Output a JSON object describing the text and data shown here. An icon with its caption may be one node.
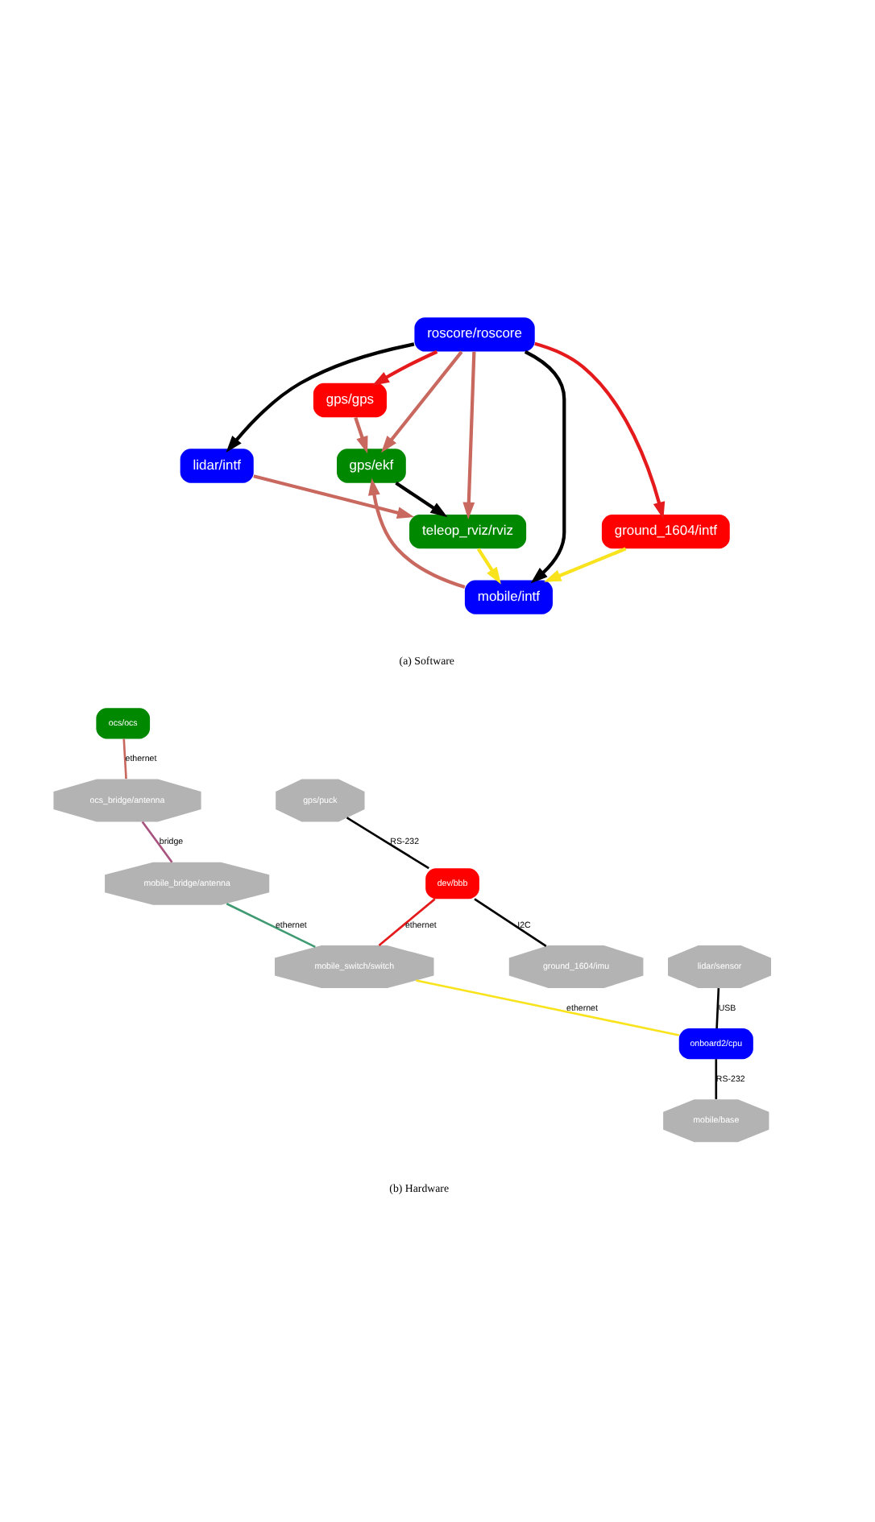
{
  "diagram": {
    "nodes": [
      {
        "text": [
          "gps/gps"
        ]
      },
      {
        "text": [
          "lidar/intf"
        ]
      },
      {
        "text": [
          "roscore/roscore"
        ]
      },
      {
        "text": [
          "gps/ekf"
        ]
      },
      {
        "text": [
          "teleop_rviz/rviz"
        ]
      },
      {
        "text": [
          "ground_1604/intf"
        ]
      },
      {
        "text": [
          "mobile/intf"
        ]
      },
      {
        "text": [
          "ocs/ocs"
        ]
      },
      {
        "text": [
          "ocs_bridge/antenna"
        ]
      },
      {
        "text": [
          "gps/puck"
        ]
      },
      {
        "text": [
          "mobile_bridge/antenna"
        ]
      },
      {
        "text": [
          "lidar/sensor"
        ]
      },
      {
        "text": [
          "dev/bbb"
        ]
      },
      {
        "text": [
          "mobile_switch/switch"
        ]
      },
      {
        "text": [
          "onboard2/cpu"
        ]
      },
      {
        "text": [
          "ground_1604/imu"
        ]
      },
      {
        "text": [
          "mobile/base"
        ]
      }
    ],
    "edges": [
      {
        "from": 2,
        "to": 0,
        "arrow": "to",
        "color": "#e41a1c"
      },
      {
        "from": 0,
        "to": 3,
        "arrow": "to",
        "color": "#c8685e"
      },
      {
        "from": 2,
        "to": 1,
        "arrow": "to"
      },
      {
        "from": 2,
        "to": 3,
        "arrow": "to",
        "color": "#c8685e"
      },
      {
        "from": 1,
        "to": 4,
        "arrow": "to",
        "color": "#c8685e"
      },
      {
        "from": 2,
        "to": 4,
        "arrow": "to",
        "color": "#c8685e"
      },
      {
        "from": 3,
        "to": 4,
        "arrow": "to"
      },
      {
        "from": 2,
        "to": 5,
        "arrow": "to",
        "color": "#e41a1c"
      },
      {
        "from": 2,
        "to": 6,
        "arrow": "to"
      },
      {
        "from": 6,
        "to": 3,
        "arrow": "to",
        "color": "#c8685e"
      },
      {
        "from": 4,
        "to": 6,
        "arrow": "to",
        "color": "#f9e31c"
      },
      {
        "from": 5,
        "to": 6,
        "arrow": "to",
        "color": "#f9e31c"
      },
      {
        "from": 7,
        "to": 8,
        "arrow": "none",
        "label": "ethernet",
        "color": "#c8685e"
      },
      {
        "from": 8,
        "to": 10,
        "arrow": "none",
        "label": "bridge",
        "color": "#a8527e"
      },
      {
        "from": 10,
        "to": 13,
        "arrow": "none",
        "label": "ethernet",
        "color": "#3f9a72"
      },
      {
        "from": 9,
        "to": 12,
        "arrow": "none",
        "label": "RS-232"
      },
      {
        "from": 12,
        "to": 13,
        "arrow": "none",
        "label": "ethernet",
        "color": "#e41a1c"
      },
      {
        "from": 13,
        "to": 14,
        "arrow": "none",
        "label": "ethernet",
        "color": "#f9e31c"
      },
      {
        "from": 11,
        "to": 14,
        "arrow": "none",
        "label": "USB"
      },
      {
        "from": 12,
        "to": 15,
        "arrow": "none",
        "label": "I2C"
      },
      {
        "from": 14,
        "to": 16,
        "arrow": "none",
        "label": "RS-232"
      }
    ],
    "labels": [
      "(a) Software",
      "(b) Hardware"
    ]
  }
}
